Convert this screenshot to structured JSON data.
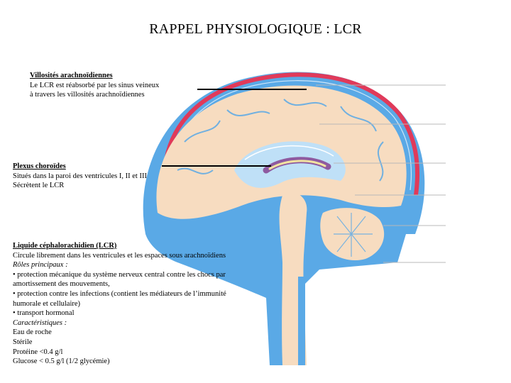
{
  "title": "RAPPEL PHYSIOLOGIQUE : LCR",
  "villosites": {
    "heading": "Villosités arachnoïdiennes",
    "line1": "Le LCR est réabsorbé par les sinus veineux",
    "line2": "à travers les villosités arachnoïdiennes"
  },
  "plexus": {
    "heading": "Plexus choroïdes",
    "line1": "Situés dans la paroi des ventricules I, II et III",
    "line2": "Sécrètent le LCR"
  },
  "lcr": {
    "heading": "Liquide céphalorachidien (LCR)",
    "line1": "Circule librement dans les ventricules et les espaces sous arachnoïdiens",
    "roles_heading": "Rôles principaux :",
    "role1a": "• protection mécanique du système nerveux central contre les chocs par",
    "role1b": "amortissement des mouvements,",
    "role2a": "• protection contre les infections (contient les médiateurs de l’immunité",
    "role2b": "humorale et cellulaire)",
    "role3": "• transport hormonal",
    "carac_heading": "Caractéristiques :",
    "carac1": "Eau de roche",
    "carac2": "Stérile",
    "carac3": "Protéine <0.4 g/l",
    "carac4": "Glucose < 0.5 g/l (1/2 glycémie)"
  },
  "colors": {
    "csf_blue": "#5aa9e6",
    "brain_cream": "#f7dcc0",
    "venous_red": "#e03a5a",
    "choroid_purple": "#8e5aa0"
  }
}
